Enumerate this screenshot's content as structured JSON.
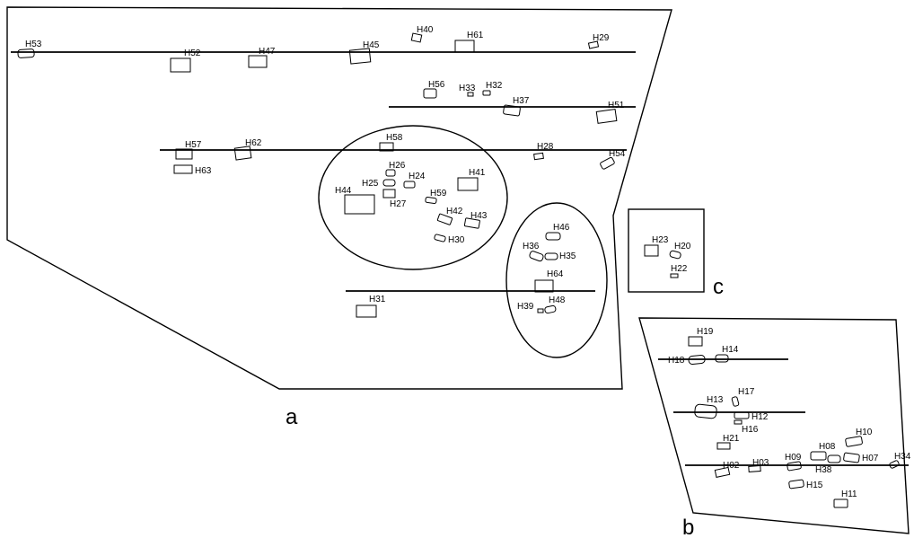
{
  "panels": [
    {
      "id": "a",
      "letter": "a"
    },
    {
      "id": "b",
      "letter": "b"
    },
    {
      "id": "c",
      "letter": "c"
    }
  ],
  "features": [
    "H53",
    "H52",
    "H47",
    "H45",
    "H40",
    "H61",
    "H29",
    "H56",
    "H33",
    "H32",
    "H37",
    "H51",
    "H57",
    "H62",
    "H63",
    "H58",
    "H26",
    "H25",
    "H24",
    "H27",
    "H44",
    "H59",
    "H41",
    "H42",
    "H43",
    "H30",
    "H28",
    "H54",
    "H46",
    "H36",
    "H35",
    "H64",
    "H31",
    "H39",
    "H48",
    "H23",
    "H20",
    "H22",
    "H19",
    "H14",
    "H18",
    "H17",
    "H13",
    "H12",
    "H16",
    "H21",
    "H10",
    "H08",
    "H07",
    "H34",
    "H09",
    "H38",
    "H02",
    "H03",
    "H15",
    "H11"
  ]
}
